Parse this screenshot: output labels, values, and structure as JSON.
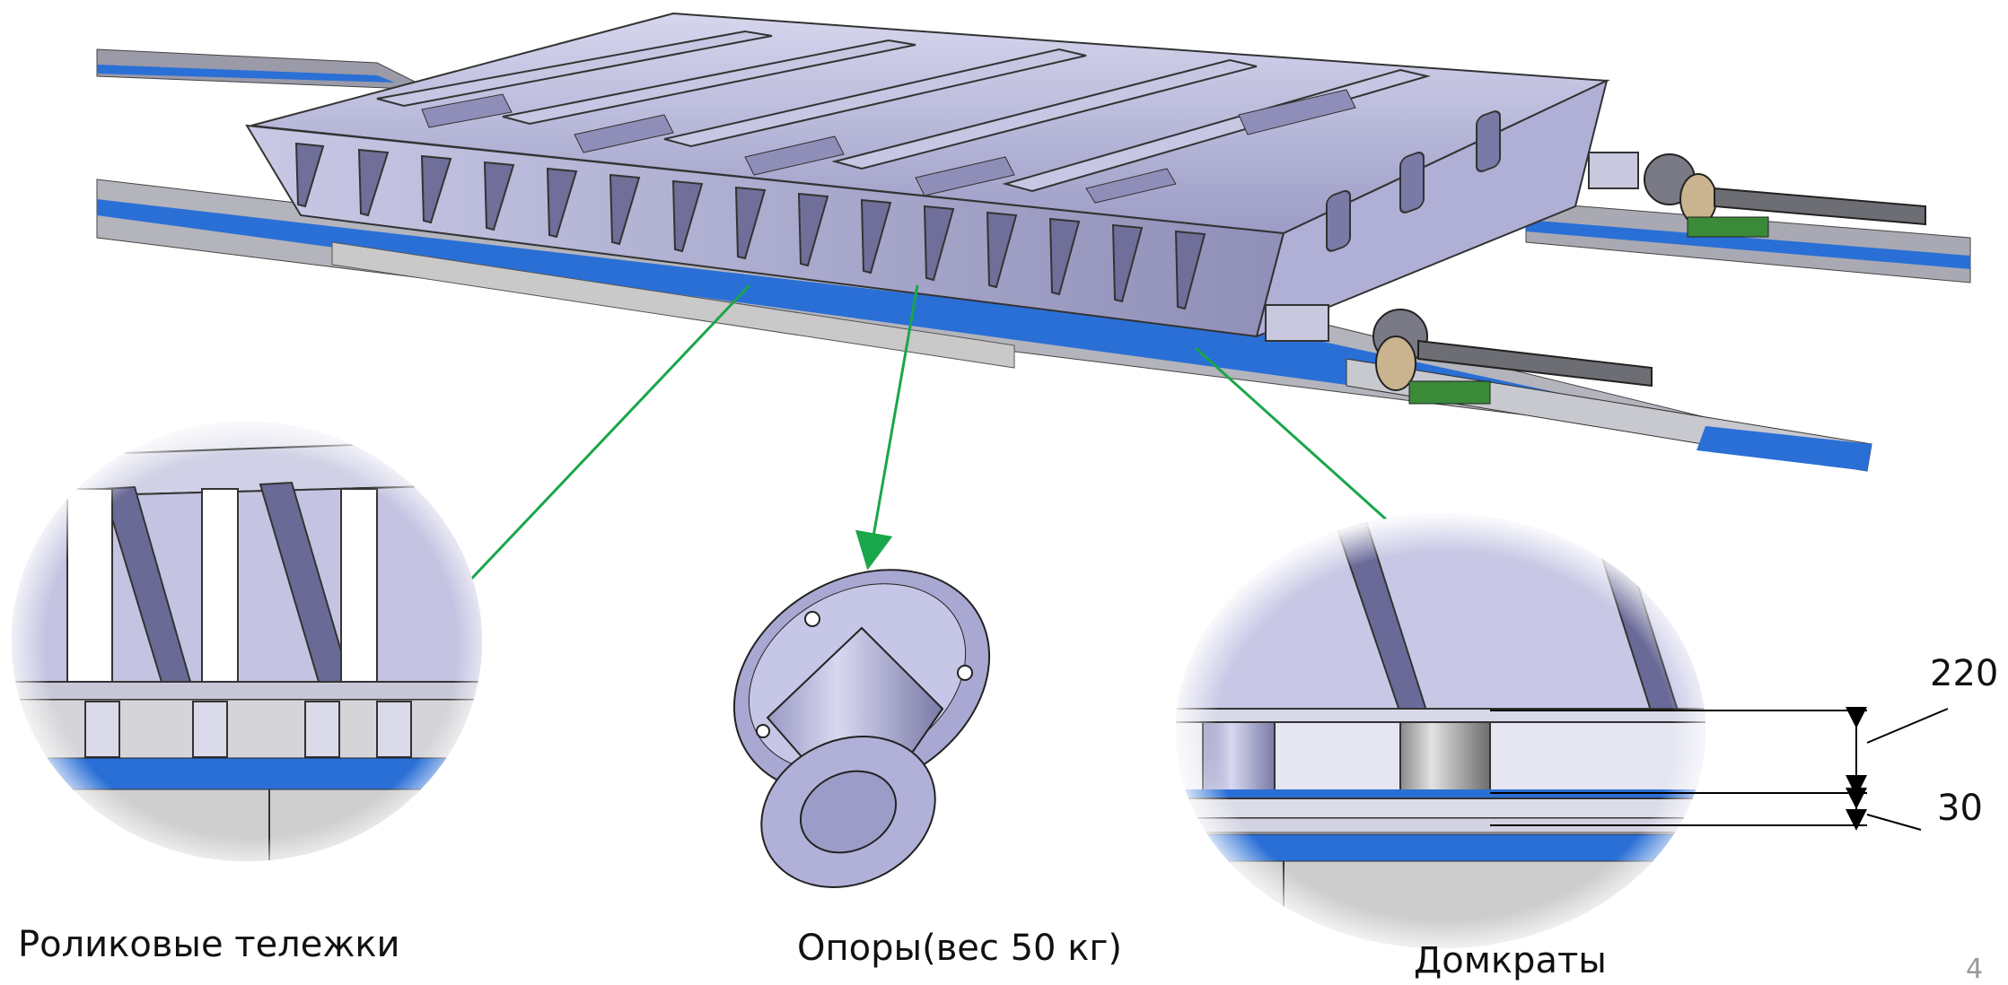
{
  "captions": {
    "left": "Роликовые тележки",
    "center": "Опоры(вес 50 кг)",
    "right": "Домкраты"
  },
  "dimensions": {
    "upper": "220",
    "lower": "30"
  },
  "page_number": "4",
  "colors": {
    "frame": "#b9b9dc",
    "frame_dark": "#7d7da6",
    "rail_blue": "#2a6fd6",
    "rail_grey": "#a8a8a8",
    "arrow_green": "#1aa64a"
  }
}
